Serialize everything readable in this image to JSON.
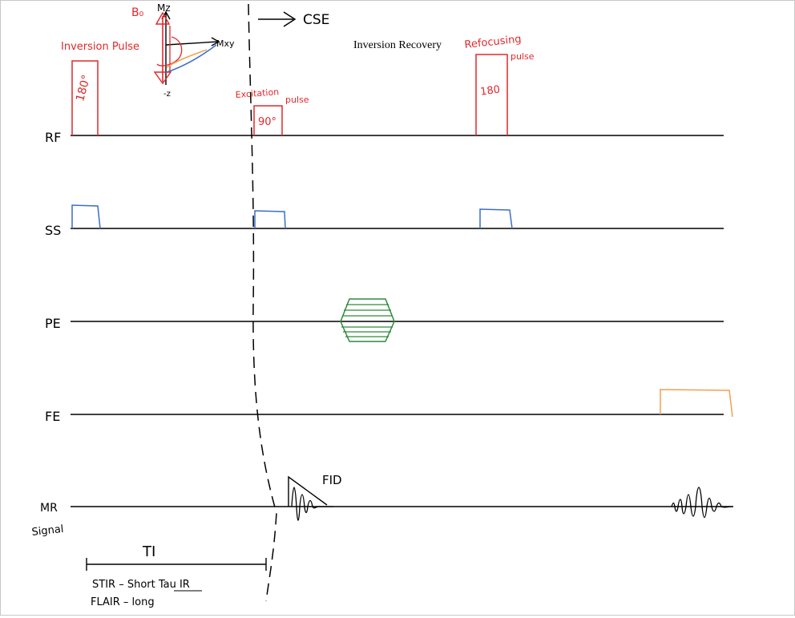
{
  "title": "Inversion Recovery",
  "cse_label": "CSE",
  "axes": {
    "rf": "RF",
    "ss": "SS",
    "pe": "PE",
    "fe": "FE",
    "mr_line1": "MR",
    "mr_line2": "Signal"
  },
  "rf_pulses": {
    "inversion_label": "Inversion Pulse",
    "inversion_angle": "180°",
    "excitation_label_line1": "Excitation",
    "excitation_label_line2": "pulse",
    "excitation_angle": "90°",
    "refocusing_label_line1": "Refocusing",
    "refocusing_label_line2": "pulse",
    "refocusing_angle": "180"
  },
  "vector_diagram": {
    "b0": "B₀",
    "mz": "Mz",
    "mxy": "Mxy",
    "minus_z": "-z"
  },
  "signal": {
    "fid": "FID"
  },
  "timing": {
    "ti": "TI",
    "stir": "STIR – Short Tau IR",
    "flair": "FLAIR – long"
  },
  "colors": {
    "rf_pulse": "#e0282c",
    "ss_gradient": "#3a6fc7",
    "pe_gradient": "#2e8b3a",
    "fe_gradient": "#f0a050",
    "line": "#000000"
  }
}
